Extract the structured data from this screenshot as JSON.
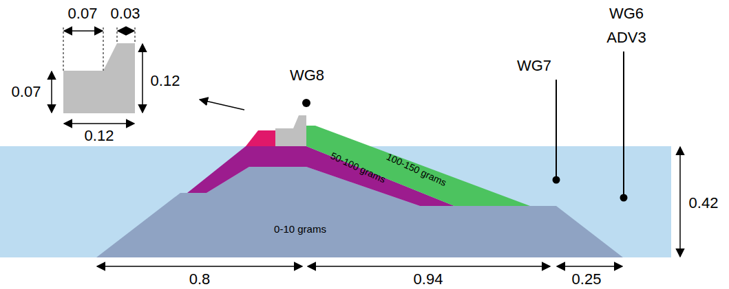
{
  "diagram": {
    "labels": [
      "0.07",
      "0.03",
      "0.07",
      "0.12",
      "0.12",
      "WG8",
      "WG7",
      "WG6",
      "ADV3",
      "100-150 grams",
      "50-100 grams",
      "0-10 grams",
      "0.8",
      "0.94",
      "0.25",
      "0.42"
    ]
  }
}
